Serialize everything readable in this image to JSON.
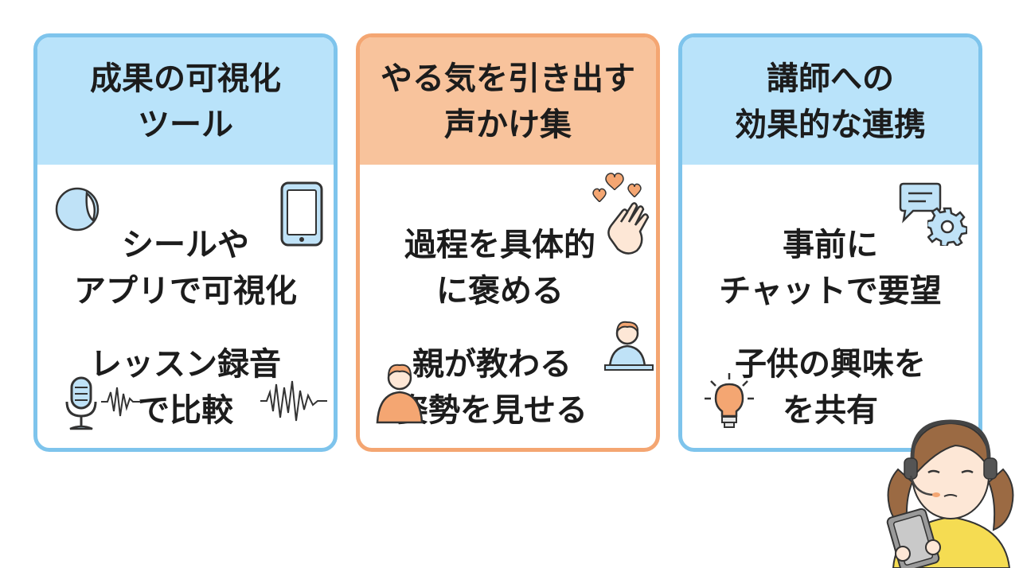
{
  "cards": [
    {
      "title": "成果の可視化\nツール",
      "items": [
        "シールや\nアプリで可視化",
        "レッスン録音\nで比較"
      ]
    },
    {
      "title": "やる気を引き出す\n声かけ集",
      "items": [
        "過程を具体的\nに褒める",
        "親が教わる\n姿勢を見せる"
      ]
    },
    {
      "title": "講師への\n効果的な連携",
      "items": [
        "事前に\nチャットで要望",
        "子供の興味を\nを共有"
      ]
    }
  ],
  "colors": {
    "blue_border": "#7ec4ec",
    "blue_header": "#b9e3fa",
    "orange_border": "#f4a672",
    "orange_header": "#f8c39c"
  },
  "icons": [
    "sticker-icon",
    "smartphone-icon",
    "microphone-icon",
    "sound-wave-icon",
    "hearts-icon",
    "praising-hand-icon",
    "student-icon",
    "parent-icon",
    "chat-bubble-icon",
    "gear-icon",
    "lightbulb-icon",
    "support-girl-with-tablet"
  ]
}
